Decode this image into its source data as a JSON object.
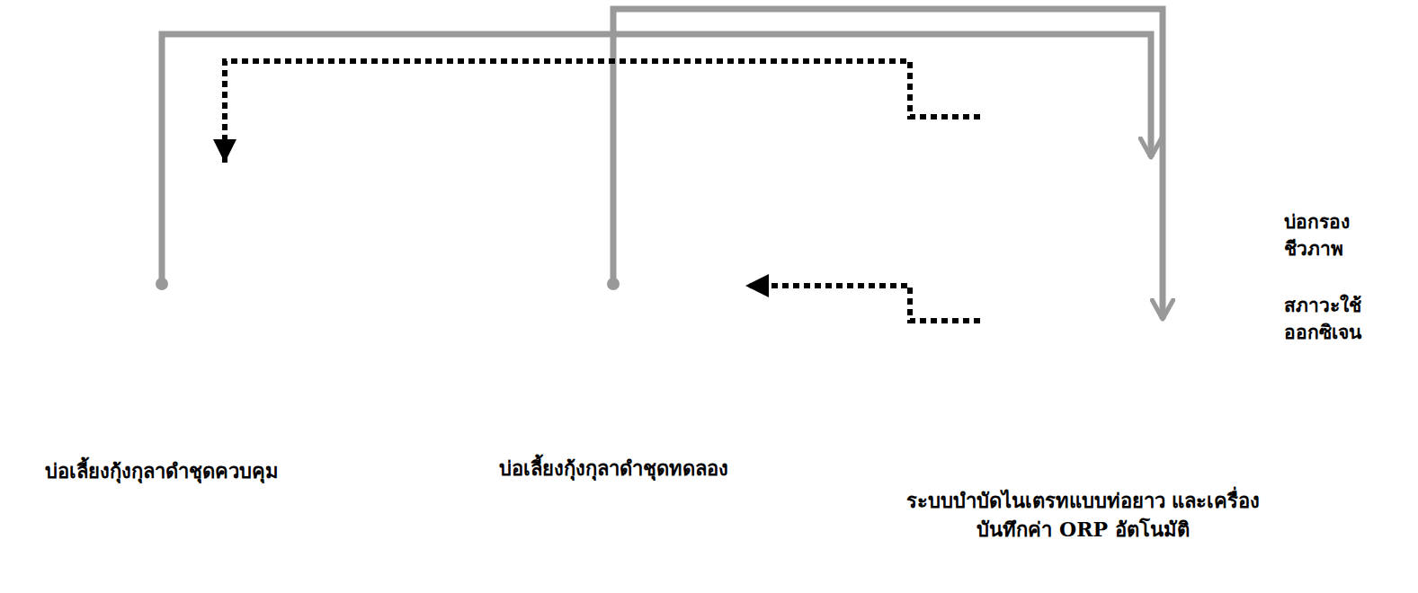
{
  "diagram": {
    "nodes": [
      {
        "text": [
          "บ่อเลี้ยงกุ้งกุลาดำชุดควบคุม"
        ]
      },
      {
        "text": [
          "บ่อเลี้ยงกุ้งกุลาดำชุดทดลอง"
        ]
      },
      {
        "text": [
          "ระบบบำบัดไนเตรทแบบท่อยาว และเครื่องบันทึกค่า ORP อัตโนมัติ"
        ]
      },
      {
        "text": [
          "บ่อกรอง ชีวภาพ"
        ],
        "in": 2
      },
      {
        "text": [
          "สภาวะใช้ ออกซิเจน"
        ],
        "in": 2
      }
    ],
    "edges": [
      {
        "from": 0,
        "to": 3,
        "arrow": "to"
      },
      {
        "from": 1,
        "to": 4,
        "arrow": "to"
      },
      {
        "from": 3,
        "to": 0,
        "arrow": "to"
      },
      {
        "from": 4,
        "to": 1,
        "arrow": "to"
      }
    ]
  }
}
